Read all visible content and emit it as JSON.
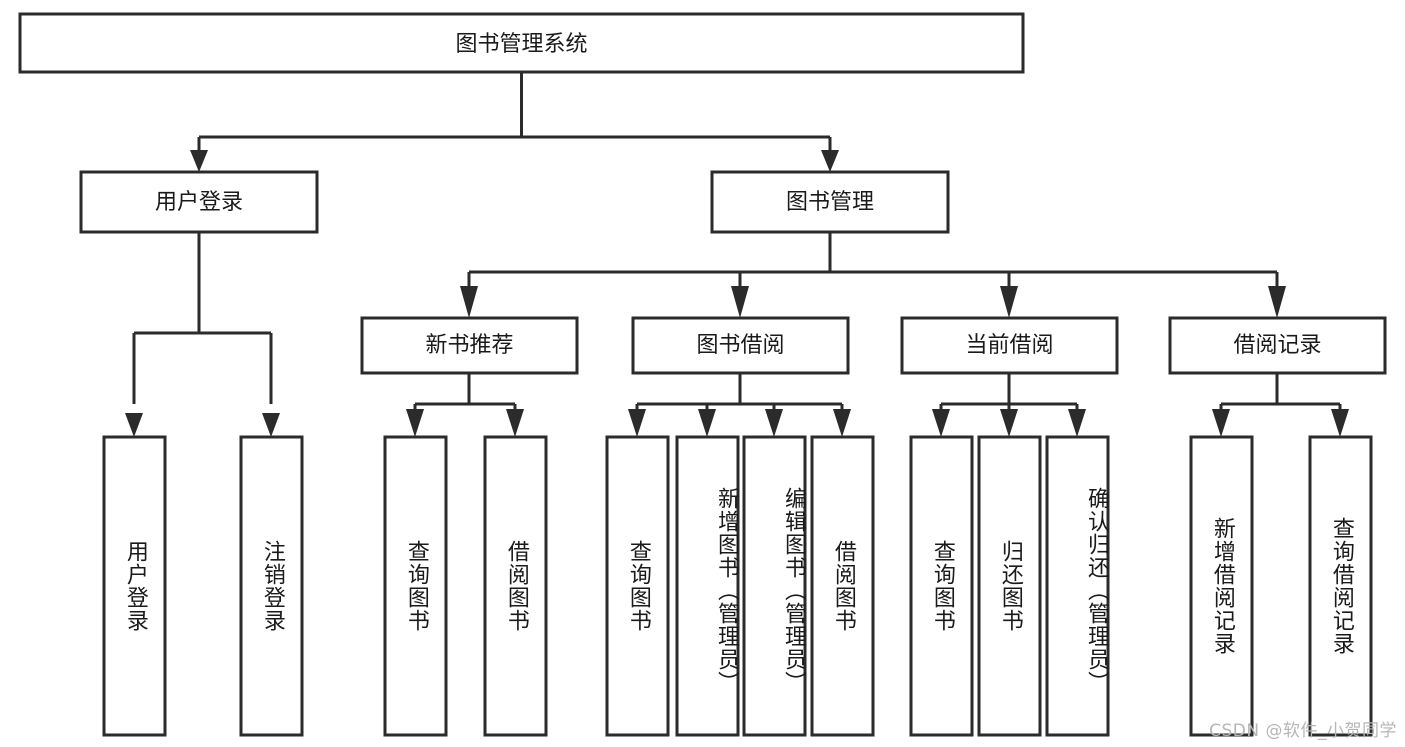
{
  "diagram": {
    "title": "图书管理系统",
    "type": "tree-hierarchy",
    "orientation": "top-down",
    "colors": {
      "stroke": "#2b2b2b",
      "fill": "#ffffff",
      "text": "#1a1a1a",
      "watermark": "#b6b6b6"
    },
    "root": {
      "id": "root",
      "label": "图书管理系统"
    },
    "level2": [
      {
        "id": "user-login",
        "label": "用户登录"
      },
      {
        "id": "book-management",
        "label": "图书管理"
      }
    ],
    "level3": [
      {
        "id": "new-book-recommend",
        "label": "新书推荐",
        "parent": "book-management"
      },
      {
        "id": "book-borrow",
        "label": "图书借阅",
        "parent": "book-management"
      },
      {
        "id": "current-borrow",
        "label": "当前借阅",
        "parent": "book-management"
      },
      {
        "id": "borrow-record",
        "label": "借阅记录",
        "parent": "book-management"
      }
    ],
    "leaves": [
      {
        "id": "leaf-user-login",
        "label": "用户登录",
        "parent": "user-login"
      },
      {
        "id": "leaf-logout-login",
        "label": "注销登录",
        "parent": "user-login"
      },
      {
        "id": "leaf-query-book-1",
        "label": "查询图书",
        "parent": "new-book-recommend"
      },
      {
        "id": "leaf-borrow-book-1",
        "label": "借阅图书",
        "parent": "new-book-recommend"
      },
      {
        "id": "leaf-query-book-2",
        "label": "查询图书",
        "parent": "book-borrow"
      },
      {
        "id": "leaf-add-book-admin",
        "label": "新增图书（管理员）",
        "parent": "book-borrow"
      },
      {
        "id": "leaf-edit-book-admin",
        "label": "编辑图书（管理员）",
        "parent": "book-borrow"
      },
      {
        "id": "leaf-borrow-book-2",
        "label": "借阅图书",
        "parent": "book-borrow"
      },
      {
        "id": "leaf-query-book-3",
        "label": "查询图书",
        "parent": "current-borrow"
      },
      {
        "id": "leaf-return-book",
        "label": "归还图书",
        "parent": "current-borrow"
      },
      {
        "id": "leaf-confirm-return-admin",
        "label": "确认归还（管理员）",
        "parent": "current-borrow"
      },
      {
        "id": "leaf-add-borrow-record",
        "label": "新增借阅记录",
        "parent": "borrow-record"
      },
      {
        "id": "leaf-query-borrow-record",
        "label": "查询借阅记录",
        "parent": "borrow-record"
      }
    ],
    "watermark": "CSDN @软件_小贺同学"
  }
}
